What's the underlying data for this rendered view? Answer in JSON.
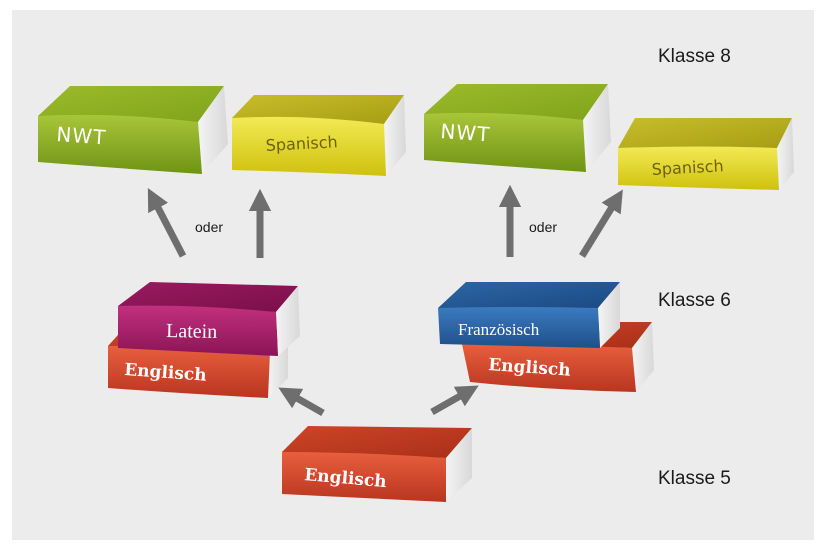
{
  "grades": {
    "g8": "Klasse 8",
    "g6": "Klasse 6",
    "g5": "Klasse 5"
  },
  "connectors": {
    "left_or": "oder",
    "right_or": "oder"
  },
  "books": {
    "nwt_left": "NWT",
    "spanisch_left": "Spanisch",
    "nwt_right": "NWT",
    "spanisch_right": "Spanisch",
    "latein": "Latein",
    "englisch_left": "Englisch",
    "franzoesisch": "Französisch",
    "englisch_right": "Englisch",
    "englisch_bottom": "Englisch"
  },
  "colors": {
    "background": "#ececec",
    "nwt": "#8cb120",
    "spanisch": "#e6dc1e",
    "latein": "#a61e6a",
    "franzoesisch": "#2a65a8",
    "englisch": "#d84a2c",
    "arrow": "#6e6e6e"
  }
}
